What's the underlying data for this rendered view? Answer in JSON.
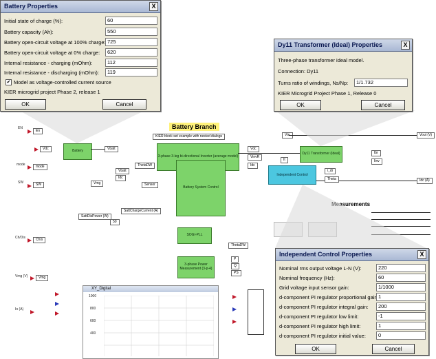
{
  "battery_dialog": {
    "title": "Battery  Properties",
    "rows": [
      {
        "label": "Initial state of charge (%):",
        "value": "60"
      },
      {
        "label": "Battery capacity (Ah):",
        "value": "550"
      },
      {
        "label": "Battery open-circuit voltage at 100% charge:",
        "value": "725"
      },
      {
        "label": "Battery open-circuit voltage at 0% charge:",
        "value": "620"
      },
      {
        "label": "Internal resistance - charging (mOhm):",
        "value": "112"
      },
      {
        "label": "Internal resistance - discharging (mOhm):",
        "value": "119"
      }
    ],
    "checkbox_label": "Model as voltage-controlled current source",
    "checkbox_mark": "✔",
    "footer": "KIER microgrid project Phase 2,  release 1",
    "ok": "OK",
    "cancel": "Cancel",
    "close": "X"
  },
  "transformer_dialog": {
    "title": "Dy11 Transformer (Ideal)  Properties",
    "line1": "Three-phase transformer ideal model.",
    "line2": "Connection:  Dy11",
    "turns_label": "Turns ratio of windings, Ns/Np:",
    "turns_value": "1/1.732",
    "footer": "KIER Microgrid Project Phase 1, Release 0",
    "ok": "OK",
    "cancel": "Cancel",
    "close": "X"
  },
  "control_dialog": {
    "title": "Independent Control  Properties",
    "rows": [
      {
        "label": "Nominal rms output voltage L-N (V):",
        "value": "220"
      },
      {
        "label": "Nominal frequency (Hz):",
        "value": "60"
      },
      {
        "label": "Grid voltage input sensor gain:",
        "value": "1/1000"
      },
      {
        "label": "d-component PI regulator proportional gain:",
        "value": "1"
      },
      {
        "label": "d-component PI regulator integral gain:",
        "value": "200"
      },
      {
        "label": "d-component PI regulator low limit:",
        "value": "-1"
      },
      {
        "label": "d-component PI regulator high limit:",
        "value": "1"
      },
      {
        "label": "d-component PI regulator initial value:",
        "value": "0"
      }
    ],
    "ok": "OK",
    "cancel": "Cancel",
    "close": "X"
  },
  "schematic": {
    "battery_branch": "Battery Branch",
    "measurements": "Measurements",
    "kier_note": "KIER block set example with nested dialogs",
    "blocks": {
      "battery": "Battery",
      "inverter": "3-phase 3-leg bi-directional Inverter (average model)",
      "transformer": "Dy11 Transformer (Ideal)",
      "bms": "Battery System Control",
      "indep": "Independent Control",
      "pll": "SOGI-PLL",
      "power": "3-phase Power Measurement (3-p-4)"
    },
    "left_labels": {
      "en": "EN",
      "mode": "mode",
      "sw": "SW",
      "chdis": "Ch/Dis",
      "vmg": "Vmg (V)",
      "io": "Io (A)"
    },
    "tags": {
      "vdc": "Vdc",
      "vbatt": "Vbatt",
      "vdc2": "Vdc",
      "vinv": "VinvR",
      "idc": "Idc",
      "iinv": "Iinv",
      "theta": "ThetaDW",
      "vout": "Vout (V)",
      "idc_a": "Idc (A)",
      "vtn": "Vtn",
      "it": "It",
      "ibr": "Ibr",
      "en_tag": "En",
      "mode_tag": "mode",
      "sw_tag": "SW",
      "chdis_tag": "Ch/s",
      "vmg_tag": "Vmg",
      "vmg2": "Vmg",
      "vbatt2": "Vbatt",
      "idc3": "Idc",
      "sensor": "Sensor",
      "chg": "SattChargeCurrent (A)",
      "dis": "SattDisPower (W)",
      "val50": "50",
      "i_dr": "i_dr",
      "theta2": "Theta",
      "theta_out": "ThetaDW",
      "p_tag": "P",
      "q_tag": "Q",
      "ps": "PS"
    }
  },
  "scope": {
    "title": "XY_Digital",
    "yticks": [
      "1000",
      "800",
      "600",
      "400"
    ]
  },
  "colors": {
    "block_green": "#7dd36a",
    "block_cyan": "#4cc7e0",
    "port_red": "#c0182a",
    "port_blue": "#2a3ab8",
    "dialog_bg": "#ece9d8",
    "title_yellow": "#fff27a"
  }
}
